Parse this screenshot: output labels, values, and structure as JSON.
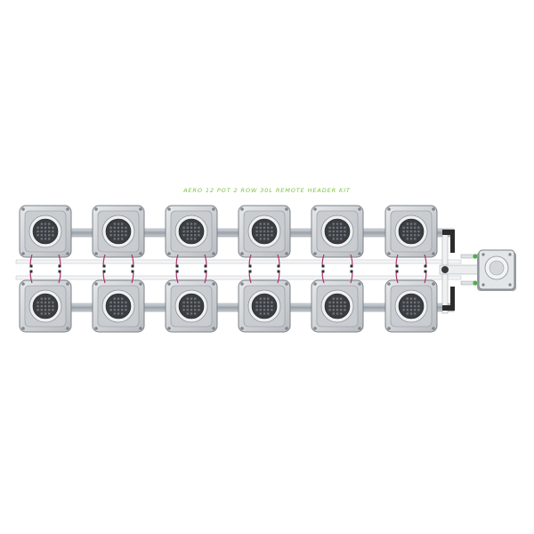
{
  "product": {
    "title": "AERO 12 POT 2 ROW 30L REMOTE HEADER KIT",
    "accent_color": "#7dc242",
    "pot_rows": 2,
    "pots_per_row": 6,
    "pots": [
      {
        "row": "top",
        "icon": "pot-icon"
      },
      {
        "row": "top",
        "icon": "pot-icon"
      },
      {
        "row": "top",
        "icon": "pot-icon"
      },
      {
        "row": "top",
        "icon": "pot-icon"
      },
      {
        "row": "top",
        "icon": "pot-icon"
      },
      {
        "row": "top",
        "icon": "pot-icon"
      },
      {
        "row": "bottom",
        "icon": "pot-icon"
      },
      {
        "row": "bottom",
        "icon": "pot-icon"
      },
      {
        "row": "bottom",
        "icon": "pot-icon"
      },
      {
        "row": "bottom",
        "icon": "pot-icon"
      },
      {
        "row": "bottom",
        "icon": "pot-icon"
      },
      {
        "row": "bottom",
        "icon": "pot-icon"
      }
    ],
    "header_tank_icon": "header-tank-icon"
  }
}
